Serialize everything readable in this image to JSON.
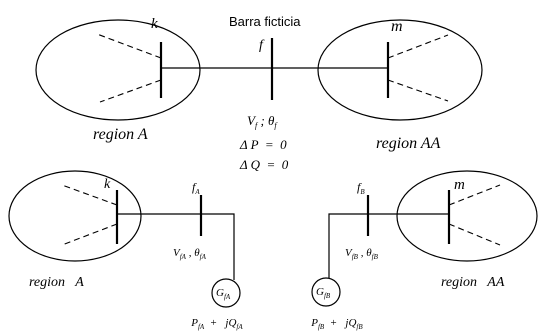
{
  "top": {
    "bus_k": "k",
    "bus_m": "m",
    "fictitious_bus_title": "Barra ficticia",
    "bus_f": "f",
    "region_left": "region A",
    "region_right": "region  AA",
    "voltage_base": "V",
    "voltage_sub": "f",
    "voltage_sep": " ; ",
    "angle_base": "θ",
    "angle_sub": "f",
    "delta_p": "Δ P  =  0",
    "delta_q": "Δ Q  =  0"
  },
  "bottom": {
    "bus_k": "k",
    "bus_m": "m",
    "bus_fa_base": "f",
    "bus_fa_sub": "A",
    "bus_fb_base": "f",
    "bus_fb_sub": "B",
    "region_left": "region   A",
    "region_right": "region   AA",
    "left_voltage_base": "V",
    "left_voltage_sub": "fA",
    "left_angle_base": "θ",
    "left_angle_sub": "fA",
    "right_voltage_base": "V",
    "right_voltage_sub": "fB",
    "right_angle_base": "θ",
    "right_angle_sub": "fB",
    "gen_left_base": "G",
    "gen_left_sub": "fA",
    "gen_right_base": "G",
    "gen_right_sub": "fB",
    "power_left_p": "P",
    "power_left_p_sub": "fA",
    "power_left_mid": "  +   jQ",
    "power_left_q_sub": "fA",
    "power_right_p": "P",
    "power_right_p_sub": "fB",
    "power_right_mid": "  +   jQ",
    "power_right_q_sub": "fB"
  },
  "colors": {
    "ink": "#000000",
    "background": "#ffffff"
  }
}
